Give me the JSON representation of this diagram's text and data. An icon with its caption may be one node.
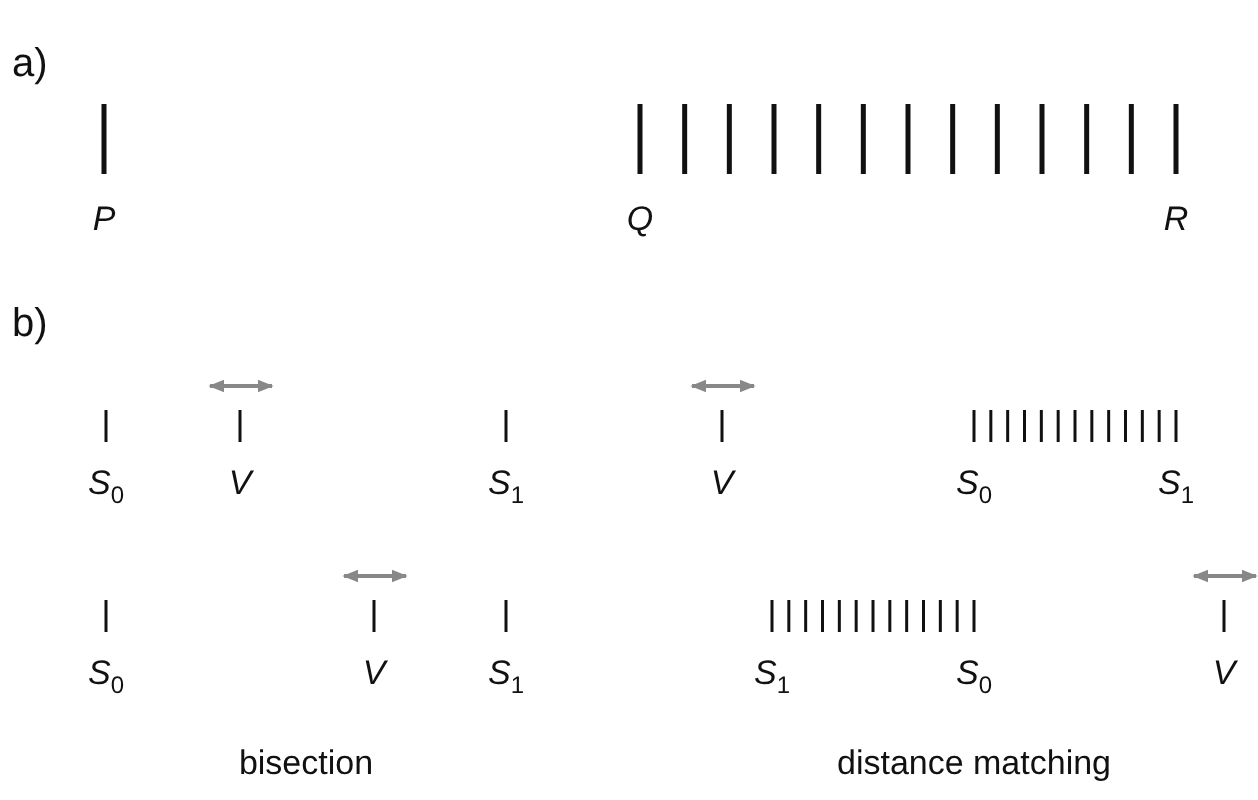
{
  "diagram": {
    "labels": [
      "a)",
      "P",
      "Q",
      "R",
      "b)",
      "S$_{0}$",
      "V",
      "S$_{1}$",
      "V",
      "S$_{0}$",
      "S$_{1}$",
      "S$_{0}$",
      "V",
      "S$_{1}$",
      "S$_{1}$",
      "S$_{0}$",
      "V",
      "bisection",
      "distance matching"
    ]
  }
}
